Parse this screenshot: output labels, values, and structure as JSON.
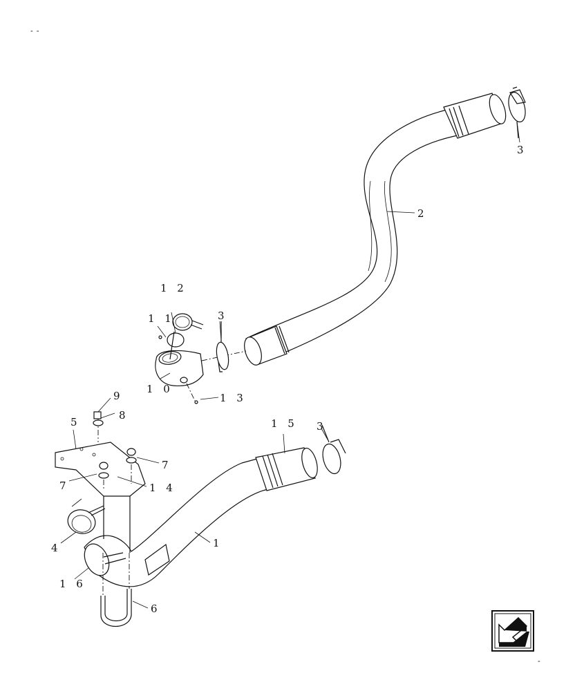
{
  "labels": {
    "p1": "1",
    "p2": "2",
    "p3a": "3",
    "p3b": "3",
    "p3c": "3",
    "p4": "4",
    "p5": "5",
    "p6": "6",
    "p7a": "7",
    "p7b": "7",
    "p8": "8",
    "p9": "9",
    "p10": "1 0",
    "p11": "1 1",
    "p12": "1 2",
    "p13": "1 3",
    "p14": "1 4",
    "p15": "1 5",
    "p16": "1 6"
  },
  "corner_marks": {
    "top_left": "--",
    "bottom_right": "-"
  },
  "icons": {
    "navigation": "arrow-icon"
  }
}
